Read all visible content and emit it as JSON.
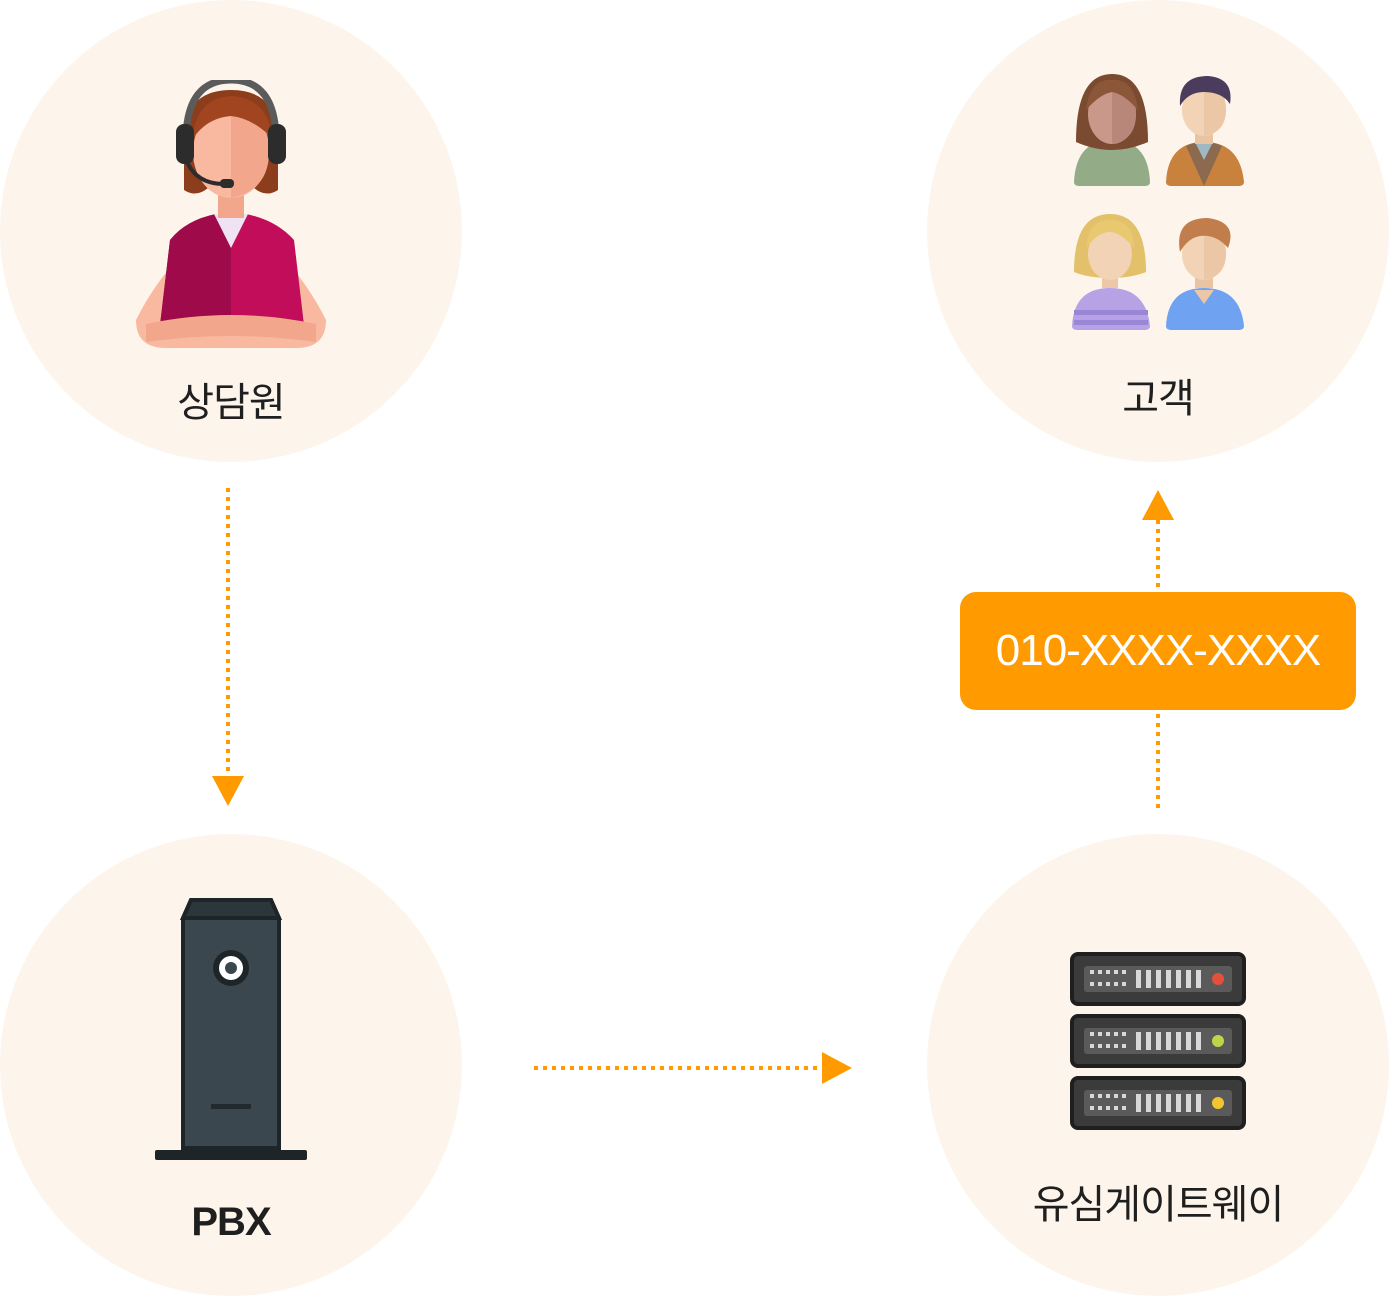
{
  "nodes": {
    "agent": {
      "label": "상담원",
      "icon": "call-center-agent-icon"
    },
    "customers": {
      "label": "고객",
      "icon": "customers-group-icon"
    },
    "pbx": {
      "label": "PBX",
      "icon": "pbx-server-tower-icon"
    },
    "gateway": {
      "label": "유심게이트웨이",
      "icon": "sim-gateway-rack-icon"
    }
  },
  "caller_id_badge": {
    "text": "010-XXXX-XXXX"
  },
  "colors": {
    "accent": "#ff9b00",
    "node_background": "#fdf5eb",
    "text": "#1f1f1f"
  }
}
